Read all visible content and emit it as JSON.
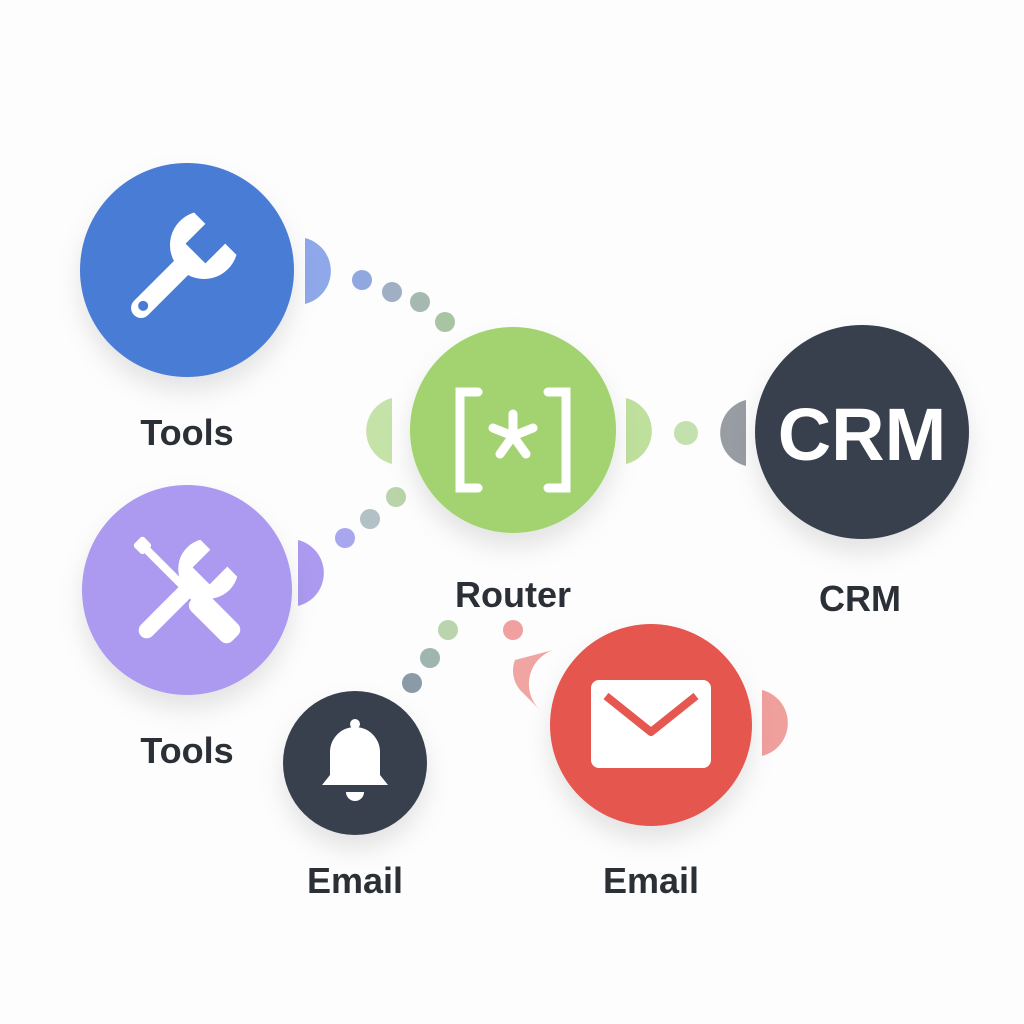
{
  "nodes": {
    "tools_1": {
      "label": "Tools",
      "icon": "wrench-icon",
      "color": "#4a7bd4"
    },
    "tools_2": {
      "label": "Tools",
      "icon": "screwdriver-wrench-icon",
      "color": "#ab9af0"
    },
    "router": {
      "label": "Router",
      "icon": "router-bracket-asterisk-icon",
      "icon_text": "(*)",
      "color": "#a3d36f"
    },
    "crm": {
      "label": "CRM",
      "icon_text": "CRM",
      "color": "#38414e"
    },
    "email_bell": {
      "label": "Email",
      "icon": "bell-icon",
      "color": "#38414e"
    },
    "email_mail": {
      "label": "Email",
      "icon": "envelope-icon",
      "color": "#e5574f"
    }
  }
}
